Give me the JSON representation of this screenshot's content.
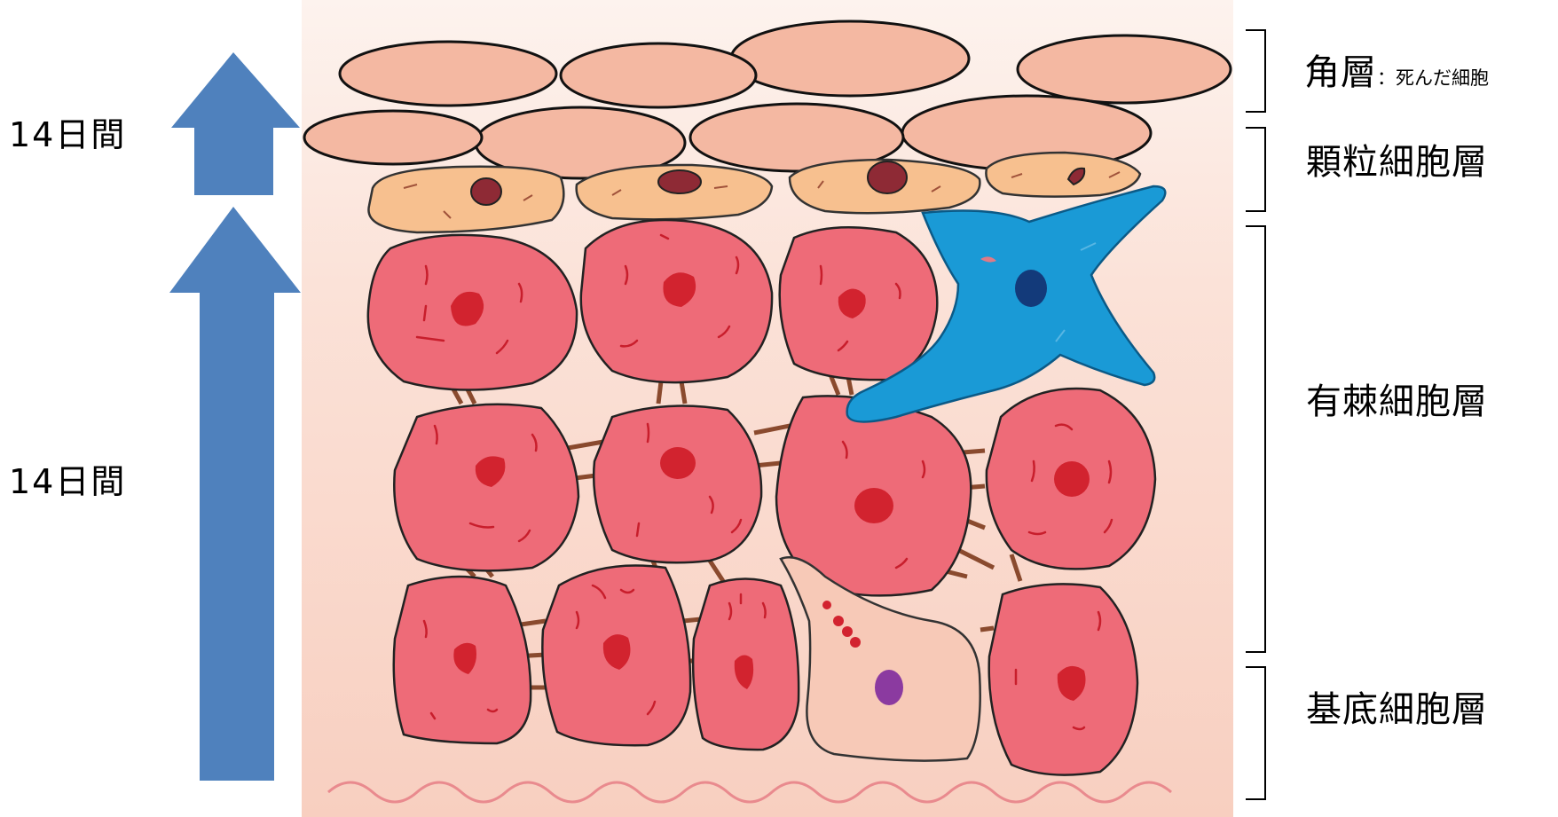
{
  "durations": {
    "upper": "14日間",
    "lower": "14日間"
  },
  "layers": {
    "stratum_corneum": {
      "name": "角層",
      "note": "：死んだ細胞"
    },
    "stratum_granulosum": {
      "name": "顆粒細胞層"
    },
    "stratum_spinosum": {
      "name": "有棘細胞層"
    },
    "stratum_basale": {
      "name": "基底細胞層"
    }
  },
  "colors": {
    "arrow": "#4f81bd",
    "background": "#fbdcd2",
    "keratin_cell": "#f4b8a2",
    "granular_cell": "#f7c08f",
    "spinous_cell": "#ee6b78",
    "nucleus": "#d2232f",
    "langerhans_cell": "#1a9ad6",
    "melanocyte": "#f7c9b7",
    "bracket": "#000000"
  }
}
